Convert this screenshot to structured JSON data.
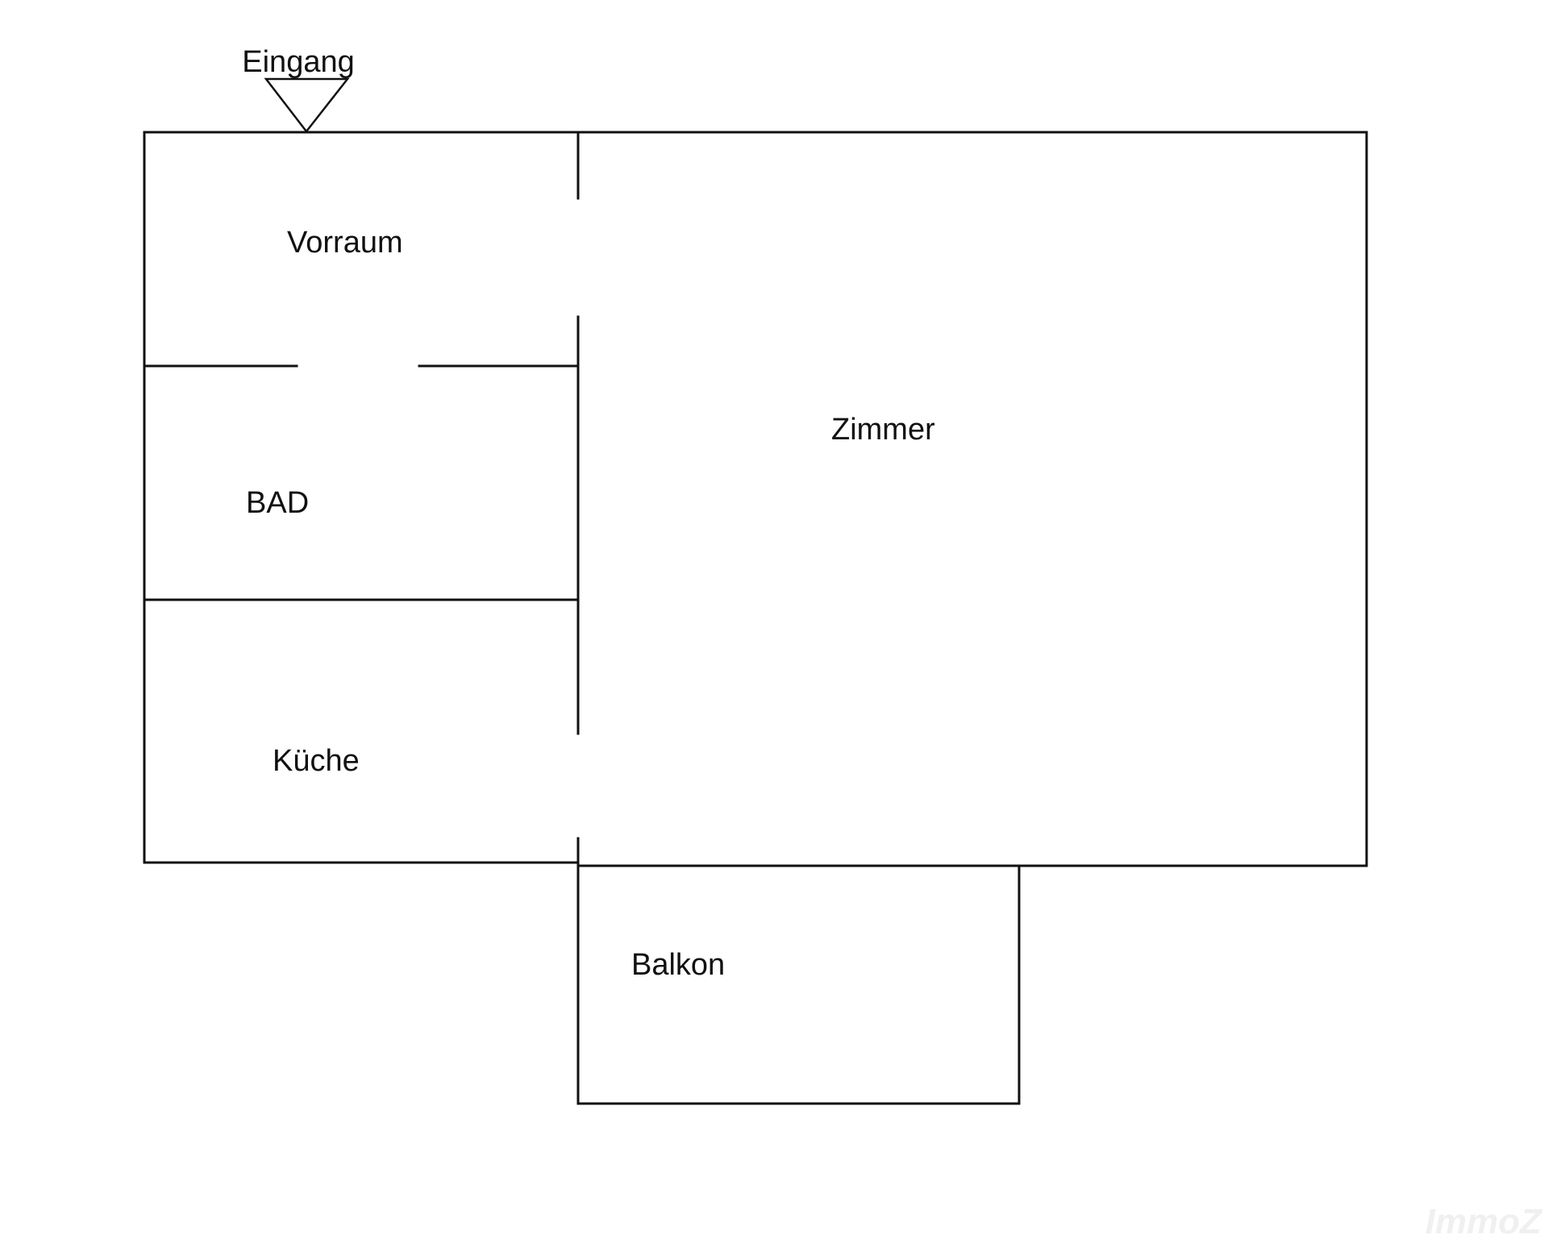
{
  "plan": {
    "entrance_label": "Eingang",
    "rooms": {
      "vorraum": "Vorraum",
      "zimmer": "Zimmer",
      "bad": "BAD",
      "kueche": "Küche",
      "balkon": "Balkon"
    },
    "watermark": "ImmoZ"
  }
}
